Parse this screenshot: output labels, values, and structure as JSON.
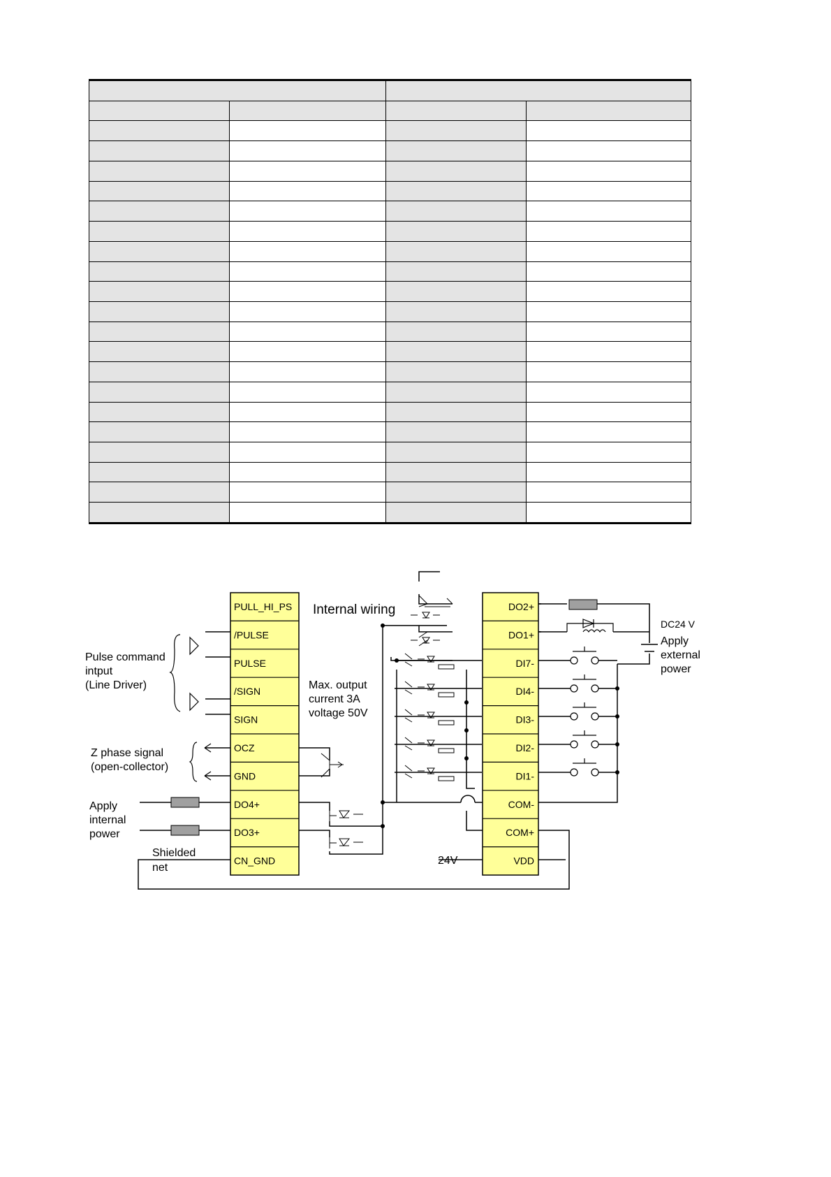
{
  "diagram": {
    "left_pins": [
      "PULL_HI_PS",
      "/PULSE",
      "PULSE",
      "/SIGN",
      "SIGN",
      "OCZ",
      "GND",
      "DO4+",
      "DO3+",
      "CN_GND"
    ],
    "right_pins": [
      "DO2+",
      "DO1+",
      "DI7-",
      "DI4-",
      "DI3-",
      "DI2-",
      "DI1-",
      "COM-",
      "COM+",
      "VDD"
    ],
    "labels": {
      "internal_wiring": "Internal wiring",
      "pulse_command": [
        "Pulse command",
        "intput",
        "(Line Driver)"
      ],
      "max_output": [
        "Max. output",
        "current 3A",
        "voltage 50V"
      ],
      "z_phase": [
        "Z phase signal",
        "(open-collector)"
      ],
      "apply_internal": [
        "Apply",
        "internal",
        "power"
      ],
      "shielded_net": [
        "Shielded",
        "net"
      ],
      "voltage_24v": "24V",
      "dc24v": "DC24 V",
      "apply_external": [
        "Apply",
        "external",
        "power"
      ]
    },
    "colors": {
      "pin_fill": "#ffff99",
      "resistor_fill": "#a0a0a0",
      "table_shade": "#e4e4e4"
    }
  }
}
